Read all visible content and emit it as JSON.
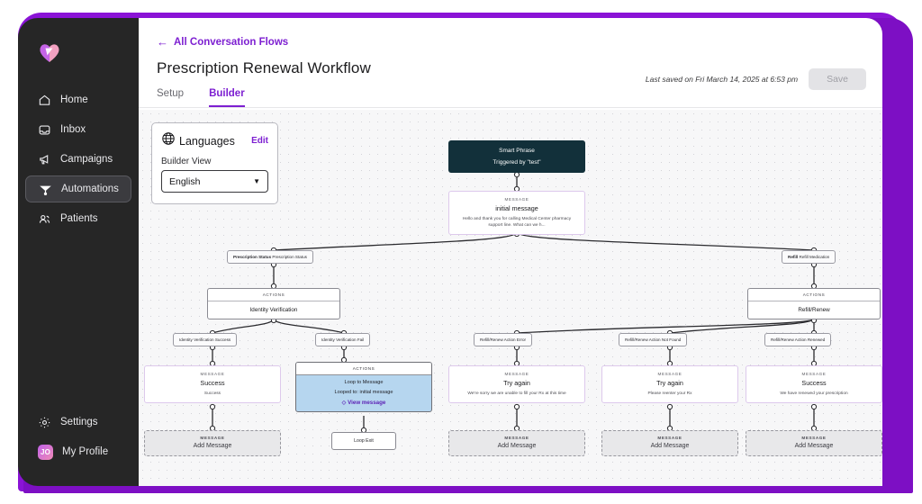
{
  "app": {
    "logo_icon": "heart-logo-icon",
    "accent": "#7d1fd1",
    "frame_color": "#8a13d6"
  },
  "sidebar": {
    "items": [
      {
        "label": "Home",
        "icon": "home-icon",
        "active": false
      },
      {
        "label": "Inbox",
        "icon": "inbox-icon",
        "active": false
      },
      {
        "label": "Campaigns",
        "icon": "megaphone-icon",
        "active": false
      },
      {
        "label": "Automations",
        "icon": "automations-icon",
        "active": true
      },
      {
        "label": "Patients",
        "icon": "patients-icon",
        "active": false
      }
    ],
    "bottom": [
      {
        "label": "Settings",
        "icon": "gear-icon"
      },
      {
        "label": "My Profile",
        "icon": "avatar",
        "initials": "JO"
      }
    ]
  },
  "header": {
    "breadcrumb": "All Conversation Flows",
    "back_arrow": "←",
    "title": "Prescription Renewal Workflow",
    "last_saved": "Last saved on Fri March 14, 2025 at 6:53 pm",
    "save_label": "Save"
  },
  "tabs": [
    {
      "label": "Setup",
      "active": false
    },
    {
      "label": "Builder",
      "active": true
    }
  ],
  "languages_card": {
    "icon": "globe-icon",
    "title": "Languages",
    "edit_label": "Edit",
    "sub_label": "Builder View",
    "selected": "English",
    "caret": "▼"
  },
  "flow": {
    "trigger": {
      "title": "Smart Phrase",
      "subtitle": "Triggered by \"test\""
    },
    "initial_message": {
      "kind": "MESSAGE",
      "title": "initial message",
      "body": "Hello and thank you for calling Medical Center pharmacy support line. What can we h..."
    },
    "conditions_row1": [
      {
        "bold": "Prescription Status",
        "text": "Prescription Status"
      },
      {
        "bold": "Refill",
        "text": "Refill Medication"
      }
    ],
    "actions_row": [
      {
        "kind": "ACTIONS",
        "value": "Identity Verification"
      },
      {
        "kind": "ACTIONS",
        "value": "Refill/Renew"
      }
    ],
    "conditions_row2": [
      {
        "text": "Identity Verification Success"
      },
      {
        "text": "Identity Verification Fail"
      },
      {
        "text": "Refill/Renew Action Error"
      },
      {
        "text": "Refill/Renew Action Not Found"
      },
      {
        "text": "Refill/Renew Action Renewed"
      }
    ],
    "cards_row": [
      {
        "type": "message",
        "kind": "MESSAGE",
        "title": "Success",
        "body": "Success"
      },
      {
        "type": "selected",
        "kind": "ACTIONS",
        "line1": "Loop to Message",
        "line2": "Looped to: initial message",
        "link": "View message",
        "link_icon": "◇"
      },
      {
        "type": "message",
        "kind": "MESSAGE",
        "title": "Try again",
        "body": "We're sorry we are unable to fill your Rx at this time"
      },
      {
        "type": "message",
        "kind": "MESSAGE",
        "title": "Try again",
        "body": "Please reenter your Rx"
      },
      {
        "type": "message",
        "kind": "MESSAGE",
        "title": "Success",
        "body": "We have renewed your prescription"
      }
    ],
    "bottom_row": [
      {
        "type": "add",
        "kind": "MESSAGE",
        "title": "Add Message"
      },
      {
        "type": "exit",
        "title": "Loop Exit"
      },
      {
        "type": "add",
        "kind": "MESSAGE",
        "title": "Add Message"
      },
      {
        "type": "add",
        "kind": "MESSAGE",
        "title": "Add Message"
      },
      {
        "type": "add",
        "kind": "MESSAGE",
        "title": "Add Message"
      }
    ]
  }
}
